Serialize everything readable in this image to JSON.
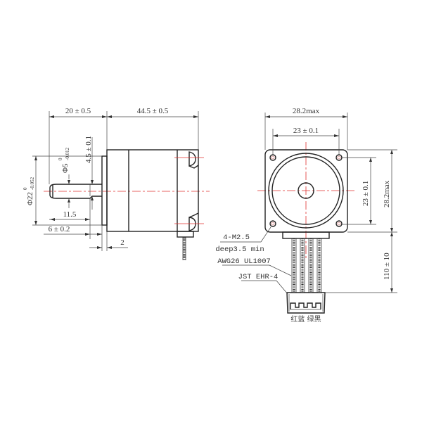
{
  "drawing": {
    "title": "Stepper motor dimension drawing",
    "colors": {
      "line": "#222222",
      "centerline": "#e0302f",
      "background": "#ffffff"
    },
    "side_view": {
      "dim_shaft_length": "20 ± 0.5",
      "dim_body_length": "44.5 ± 0.5",
      "dim_shaft_diameter_main": "Φ5",
      "dim_shaft_diameter_tol_upper": "0",
      "dim_shaft_diameter_tol_lower": "-0.012",
      "dim_flat_depth": "4.5 ± 0.1",
      "dim_boss_diameter_main": "Φ22",
      "dim_boss_diameter_tol_upper": "0",
      "dim_boss_diameter_tol_lower": "-0.052",
      "dim_flat_length": "11.5",
      "dim_flat_offset": "6 ± 0.2",
      "dim_boss_height": "2"
    },
    "front_view": {
      "dim_width_max": "28.2max",
      "dim_hole_spacing_h": "23 ± 0.1",
      "dim_hole_spacing_v": "23 ± 0.1",
      "dim_height_max": "28.2max",
      "dim_lead_length": "110 ± 10",
      "callout_holes": "4-M2.5",
      "callout_depth": "deep3.5 min",
      "callout_wire": "AWG26 UL1007",
      "callout_connector": "JST EHR-4",
      "wire_colors": "红蓝 绿黑"
    }
  }
}
